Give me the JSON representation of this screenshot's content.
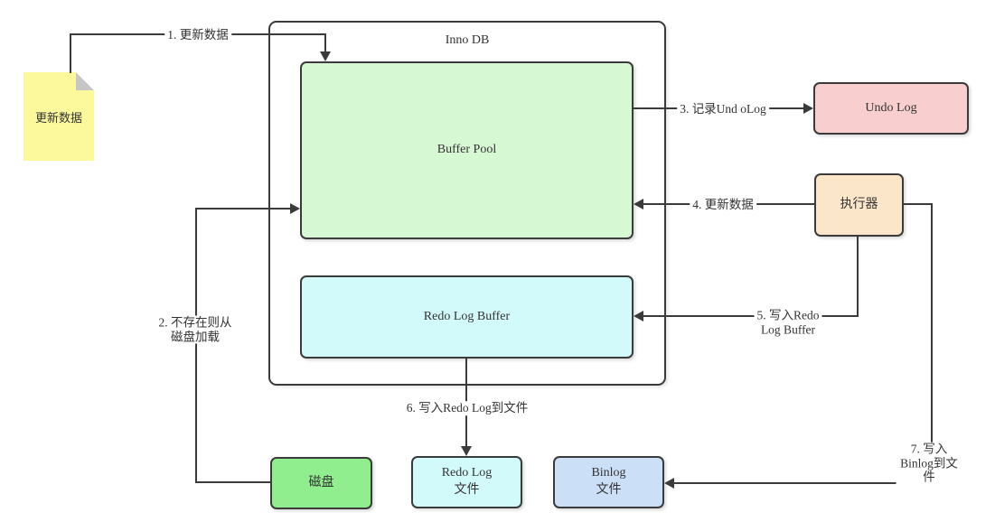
{
  "diagram_title": "InnoDB update data flow",
  "colors": {
    "line": "#3b3b3b",
    "note_fill": "#fbf99c",
    "note_fold": "#c6c6c6",
    "innodb_fill": "#ffffff",
    "buffer_pool_fill": "#d6f8d2",
    "redo_log_buffer_fill": "#d3fafa",
    "undo_log_fill": "#f9cece",
    "executor_fill": "#fce6c9",
    "disk_fill": "#90ee8f",
    "redo_log_file_fill": "#d3fafa",
    "binlog_file_fill": "#cbdff6"
  },
  "nodes": {
    "note": {
      "label": "更新数据"
    },
    "innodb": {
      "label": "Inno DB"
    },
    "buffer_pool": {
      "label": "Buffer Pool"
    },
    "redo_log_buffer": {
      "label": "Redo Log Buffer"
    },
    "undo_log": {
      "label": "Undo Log"
    },
    "executor": {
      "label": "执行器"
    },
    "disk": {
      "label": "磁盘"
    },
    "redo_log_file": {
      "label": "Redo Log\n文件"
    },
    "binlog_file": {
      "label": "Binlog\n文件"
    }
  },
  "edges": {
    "e1": {
      "label": "1. 更新数据"
    },
    "e2": {
      "label": "2. 不存在则从\n磁盘加载"
    },
    "e3": {
      "label": "3. 记录Und oLog"
    },
    "e4": {
      "label": "4. 更新数据"
    },
    "e5": {
      "label": "5. 写入Redo\nLog Buffer"
    },
    "e6": {
      "label": "6. 写入Redo Log到文件"
    },
    "e7": {
      "label": "7. 写入Binlog到文件"
    }
  }
}
